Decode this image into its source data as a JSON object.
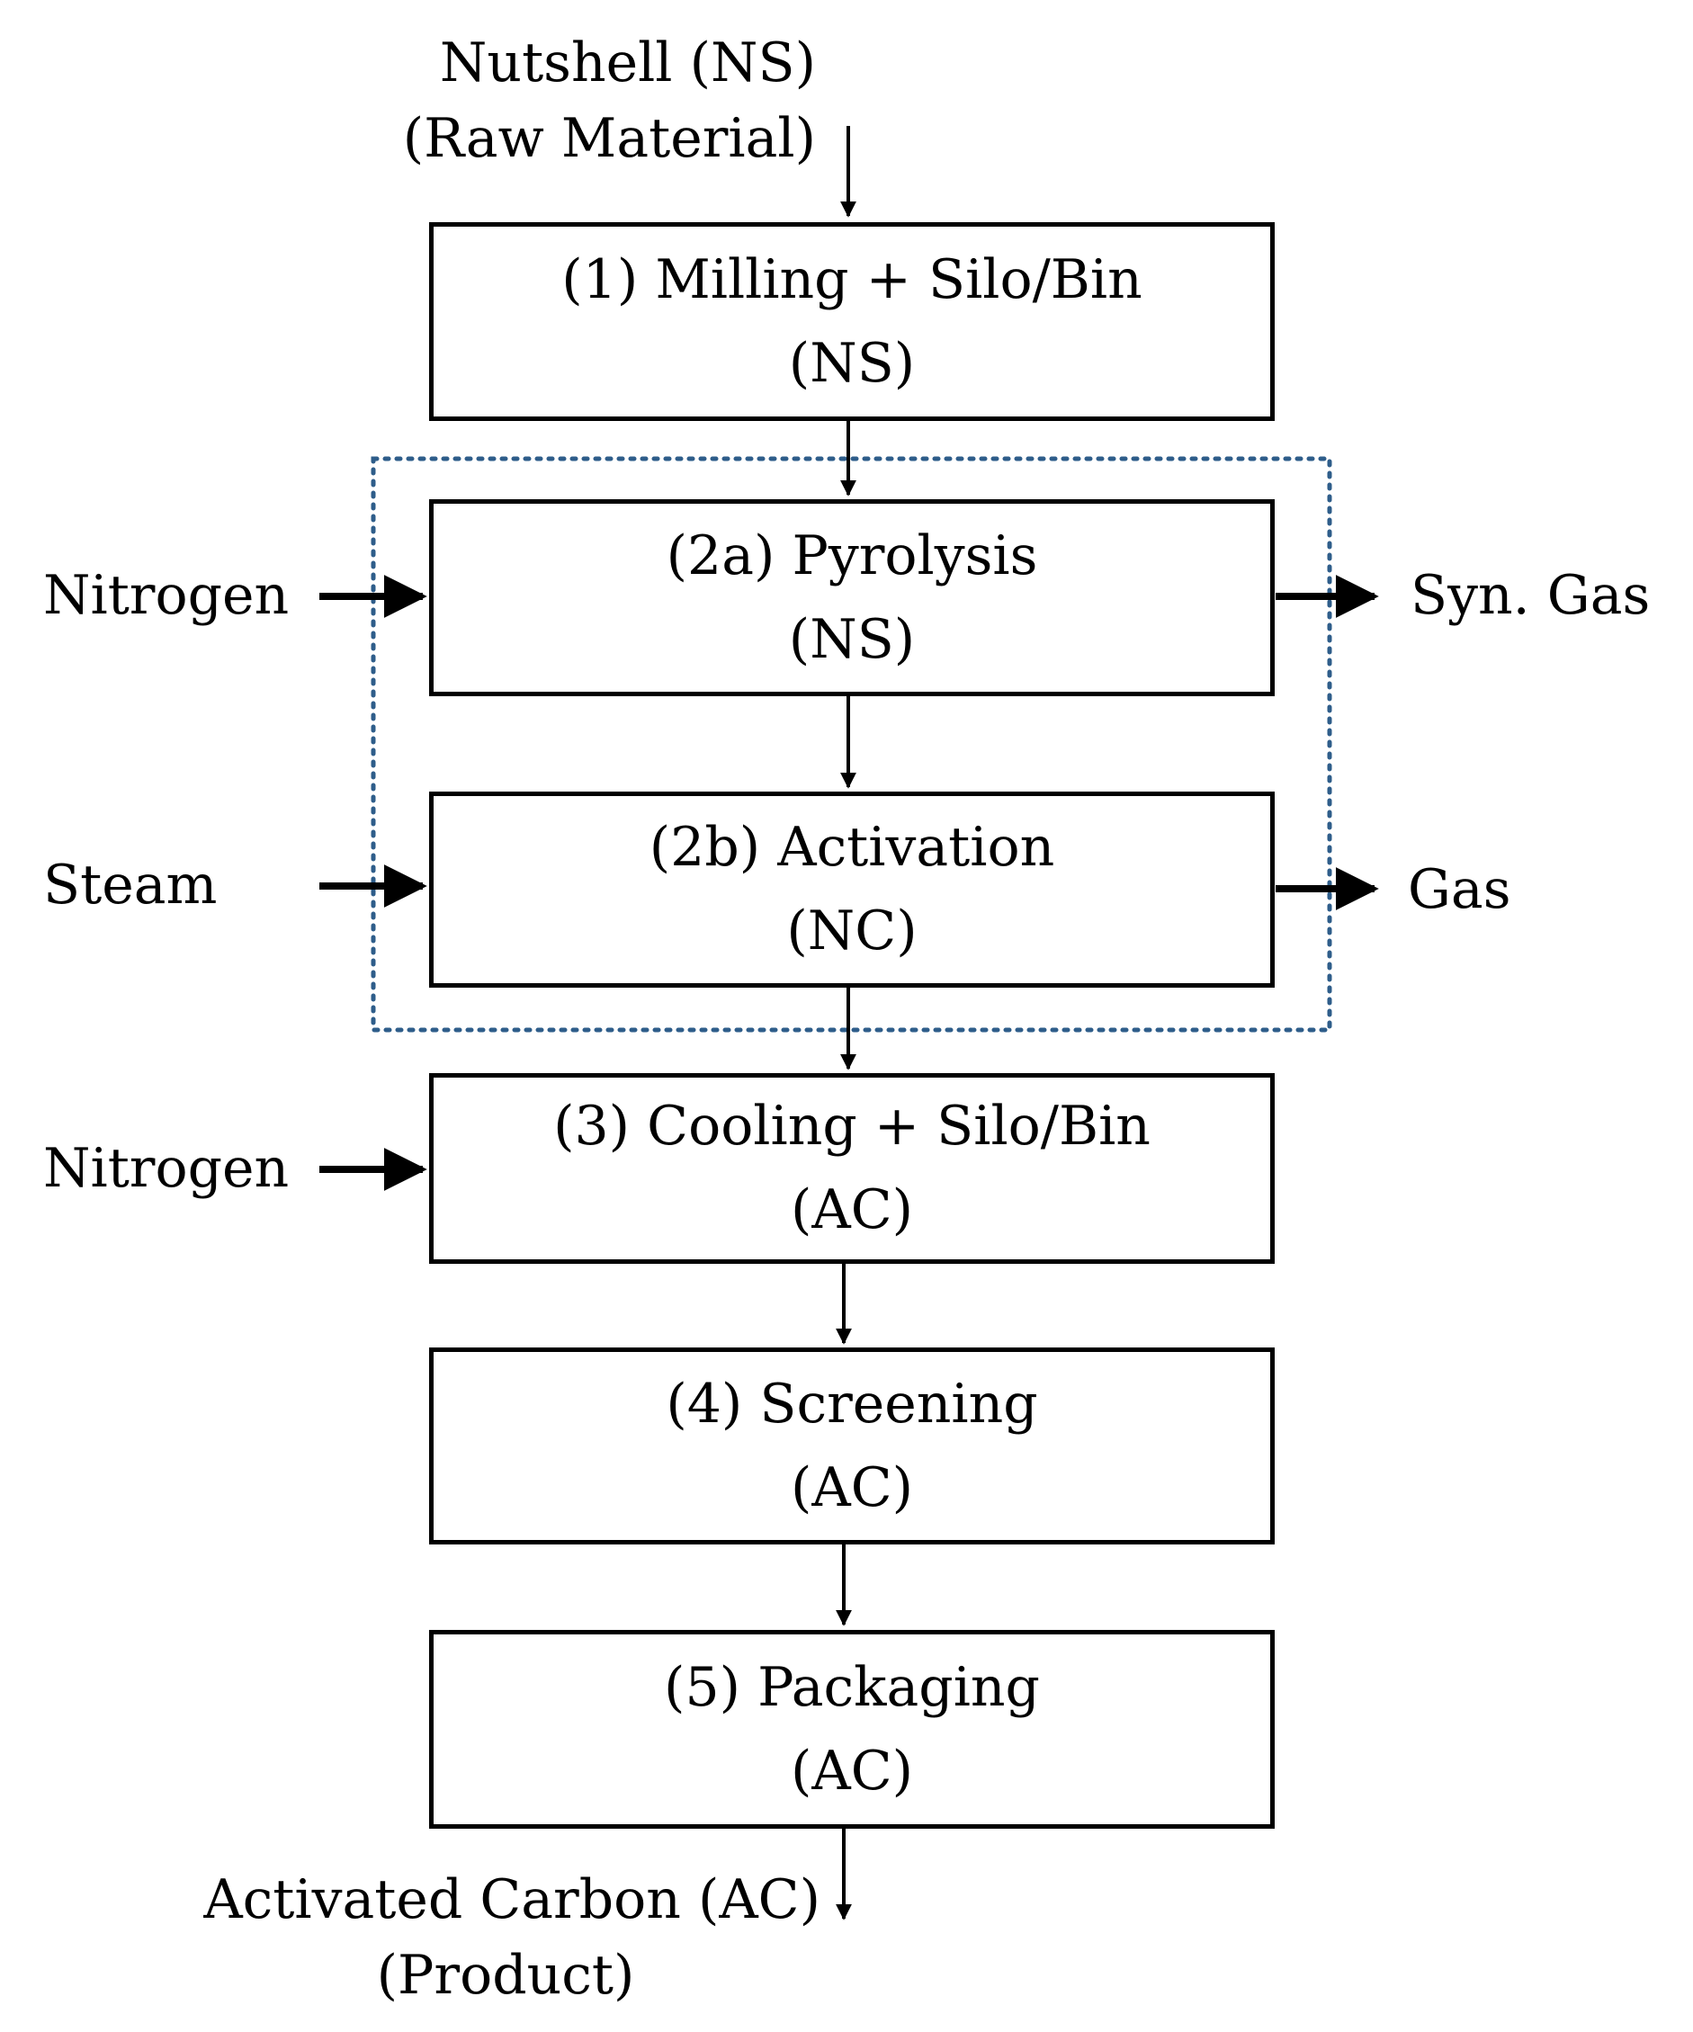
{
  "inputs": {
    "raw_material": {
      "line1": "Nutshell (NS)",
      "line2": "(Raw Material)"
    },
    "nitrogen_pyrolysis": "Nitrogen",
    "steam": "Steam",
    "nitrogen_cooling": "Nitrogen"
  },
  "outputs": {
    "syn_gas": "Syn. Gas",
    "gas": "Gas",
    "product": {
      "line1": "Activated Carbon (AC)",
      "line2": "(Product)"
    }
  },
  "steps": [
    {
      "title": "(1) Milling  + Silo/Bin",
      "material": "(NS)"
    },
    {
      "title": "(2a) Pyrolysis",
      "material": "(NS)"
    },
    {
      "title": "(2b) Activation",
      "material": "(NC)"
    },
    {
      "title": "(3) Cooling  + Silo/Bin",
      "material": "(AC)"
    },
    {
      "title": "(4) Screening",
      "material": "(AC)"
    },
    {
      "title": "(5) Packaging",
      "material": "(AC)"
    }
  ],
  "colors": {
    "box_border": "#000000",
    "arrow": "#000000",
    "group_border": "#2e5d8a"
  }
}
